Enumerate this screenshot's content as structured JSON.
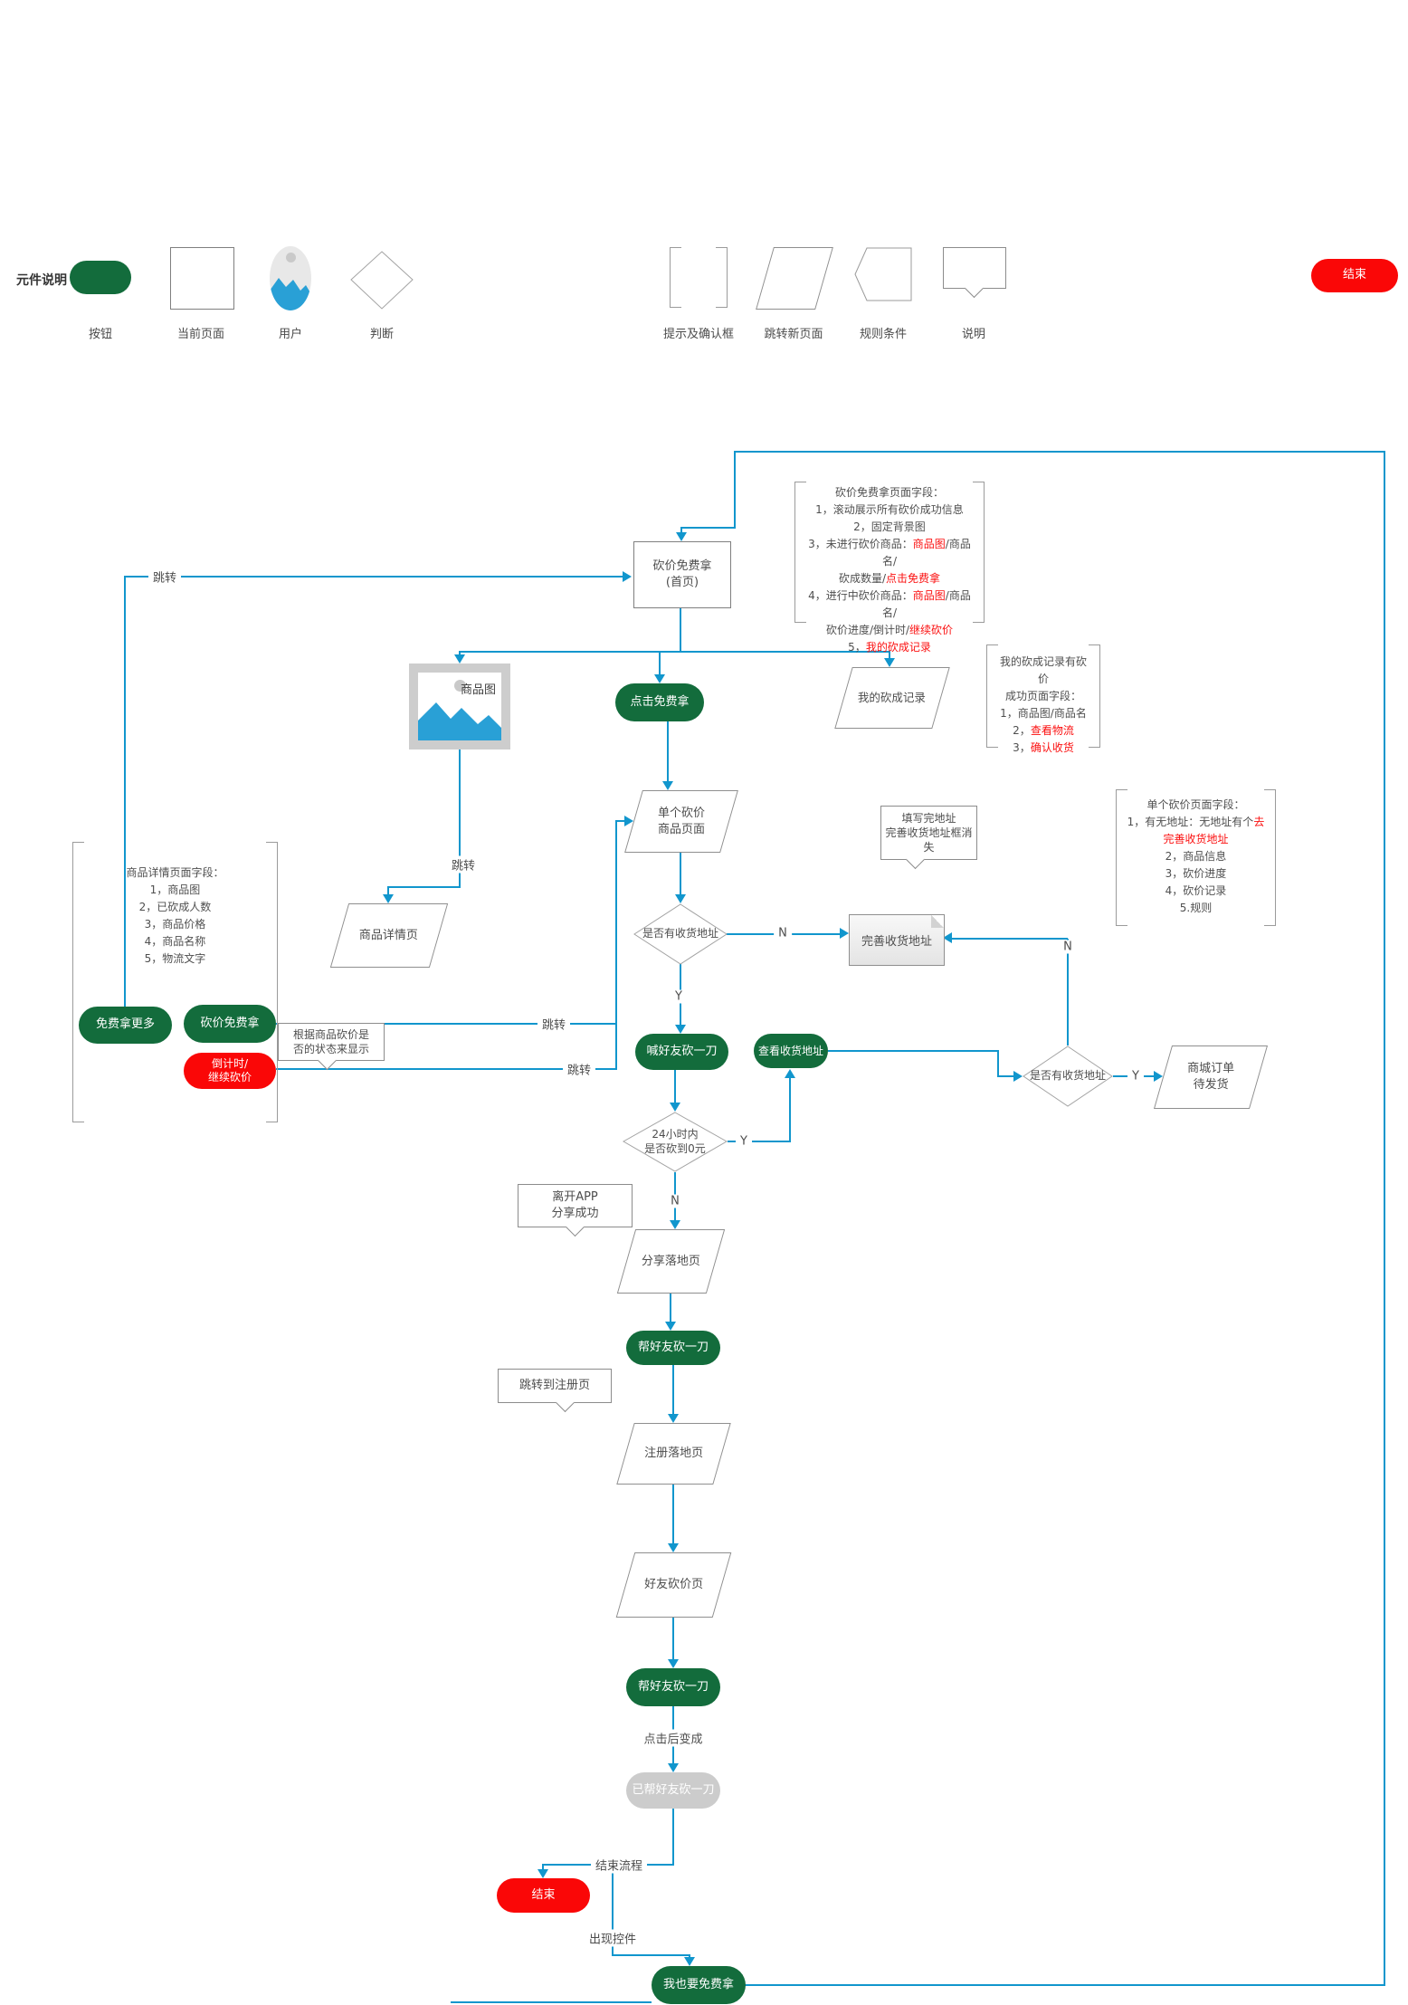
{
  "legend": {
    "title": "元件说明",
    "items": [
      {
        "id": "button",
        "label": "按钮"
      },
      {
        "id": "current-page",
        "label": "当前页面"
      },
      {
        "id": "user",
        "label": "用户"
      },
      {
        "id": "decision",
        "label": "判断"
      },
      {
        "id": "prompt-confirm",
        "label": "提示及确认框"
      },
      {
        "id": "jump-new-page",
        "label": "跳转新页面"
      },
      {
        "id": "rule-condition",
        "label": "规则条件"
      },
      {
        "id": "note",
        "label": "说明"
      }
    ],
    "end_button_label": "结束"
  },
  "nodes": {
    "home_line1": "砍价免费拿",
    "home_line2": "(首页)",
    "product_image": "商品图",
    "click_free": "点击免费拿",
    "my_records": "我的砍成记录",
    "single_line1": "单个砍价",
    "single_line2": "商品页面",
    "has_address": "是否有收货地址",
    "complete_address": "完善收货地址",
    "product_detail": "商品详情页",
    "free_more": "免费拿更多",
    "bargain_free": "砍价免费拿",
    "countdown_line1": "倒计时/",
    "countdown_line2": "继续砍价",
    "call_friend": "喊好友砍一刀",
    "view_address": "查看收货地址",
    "has_address2": "是否有收货地址",
    "mall_line1": "商城订单",
    "mall_line2": "待发货",
    "within24_line1": "24小时内",
    "within24_line2": "是否砍到0元",
    "share_landing": "分享落地页",
    "help_friend": "帮好友砍一刀",
    "register_landing": "注册落地页",
    "friend_bargain": "好友砍价页",
    "help_friend2": "帮好友砍一刀",
    "helped_friend": "已帮好友砍一刀",
    "end": "结束",
    "i_also_free": "我也要免费拿"
  },
  "callouts": {
    "address_done_line1": "填写完地址",
    "address_done_line2": "完善收货地址框消失",
    "status_line1": "根据商品砍价是",
    "status_line2": "否的状态来显示",
    "leave_app_line1": "离开APP",
    "leave_app_line2": "分享成功",
    "jump_register": "跳转到注册页"
  },
  "edge_labels": {
    "jump1": "跳转",
    "jump2": "跳转",
    "jump3": "跳转",
    "jump4": "跳转",
    "y1": "Y",
    "y2": "Y",
    "y3": "Y",
    "n1": "N",
    "n2": "N",
    "n3": "N",
    "after_click": "点击后变成",
    "end_flow": "结束流程",
    "show_widget": "出现控件"
  },
  "notes": {
    "home_fields": {
      "lines": [
        [
          {
            "t": "砍价免费拿页面字段："
          }
        ],
        [
          {
            "t": "1，滚动展示所有砍价成功信息"
          }
        ],
        [
          {
            "t": "2，固定背景图"
          }
        ],
        [
          {
            "t": "3，未进行砍价商品："
          },
          {
            "t": "商品图",
            "red": true
          },
          {
            "t": "/商品名/"
          }
        ],
        [
          {
            "t": "砍成数量/"
          },
          {
            "t": "点击免费拿",
            "red": true
          }
        ],
        [
          {
            "t": "4，进行中砍价商品："
          },
          {
            "t": "商品图",
            "red": true
          },
          {
            "t": "/商品名/"
          }
        ],
        [
          {
            "t": "砍价进度/倒计时/"
          },
          {
            "t": "继续砍价",
            "red": true
          }
        ],
        [
          {
            "t": "5，"
          },
          {
            "t": "我的砍成记录",
            "red": true
          }
        ]
      ]
    },
    "records_fields": {
      "lines": [
        [
          {
            "t": "我的砍成记录有砍价"
          }
        ],
        [
          {
            "t": "成功页面字段："
          }
        ],
        [
          {
            "t": "1，商品图/商品名"
          }
        ],
        [
          {
            "t": "2，"
          },
          {
            "t": "查看物流",
            "red": true
          }
        ],
        [
          {
            "t": "3，"
          },
          {
            "t": "确认收货",
            "red": true
          }
        ]
      ]
    },
    "single_fields": {
      "lines": [
        [
          {
            "t": "单个砍价页面字段："
          }
        ],
        [
          {
            "t": "1，有无地址：无地址有个"
          },
          {
            "t": "去",
            "red": true
          }
        ],
        [
          {
            "t": "完善收货地址",
            "red": true
          }
        ],
        [
          {
            "t": "2，商品信息"
          }
        ],
        [
          {
            "t": "3，砍价进度"
          }
        ],
        [
          {
            "t": "4，砍价记录"
          }
        ],
        [
          {
            "t": "5.规则"
          }
        ]
      ]
    },
    "detail_fields": {
      "lines": [
        [
          {
            "t": "商品详情页面字段："
          }
        ],
        [
          {
            "t": "1，商品图"
          }
        ],
        [
          {
            "t": "2，已砍成人数"
          }
        ],
        [
          {
            "t": "3，商品价格"
          }
        ],
        [
          {
            "t": "4，商品名称"
          }
        ],
        [
          {
            "t": "5，物流文字"
          }
        ]
      ]
    }
  },
  "colors": {
    "flow_blue": "#1196cd",
    "button_green": "#136c3c",
    "button_red": "#fa0707",
    "button_grey": "#cccccc",
    "highlight_red": "#fb1010",
    "image_blue": "#29a0d6"
  }
}
